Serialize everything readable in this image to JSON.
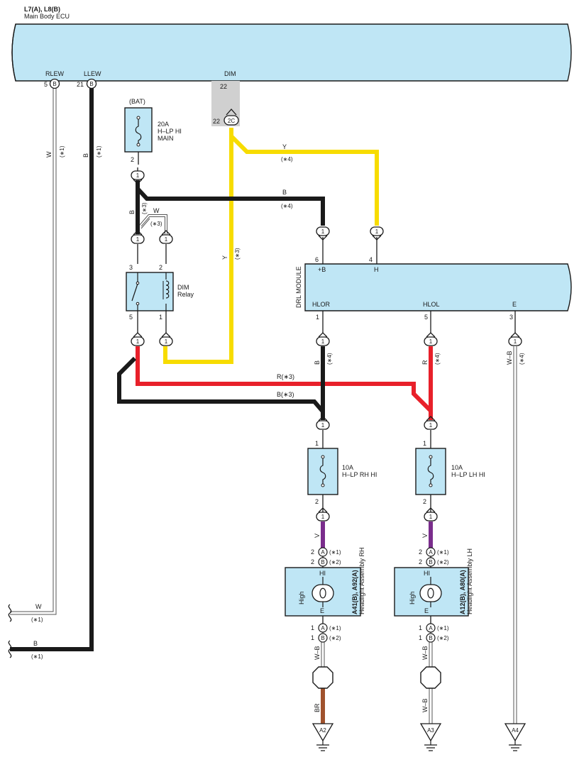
{
  "ecu": {
    "title": "L7(A), L8(B)",
    "subtitle": "Main Body ECU",
    "pins": [
      {
        "label": "RLEW",
        "num": "5",
        "letter": "B"
      },
      {
        "label": "LLEW",
        "num": "21",
        "letter": "B"
      },
      {
        "label": "DIM",
        "num": "22",
        "letter": "22",
        "conn": "2C"
      }
    ]
  },
  "fuse_main": {
    "src": "(BAT)",
    "amp": "20A",
    "name1": "H–LP HI",
    "name2": "MAIN",
    "pin": "2"
  },
  "dim_relay": {
    "name1": "DIM",
    "name2": "Relay",
    "pins": [
      "3",
      "2",
      "5",
      "1"
    ]
  },
  "drl": {
    "title": "DRL MODULE",
    "pins": {
      "b": "+B",
      "h": "H",
      "hlor": "HLOR",
      "hlol": "HLOL",
      "e": "E"
    },
    "nums": {
      "b": "6",
      "h": "4",
      "hlor": "1",
      "hlol": "5",
      "e": "3"
    }
  },
  "fuse_rh": {
    "amp": "10A",
    "name": "H–LP RH HI",
    "pin_in": "1",
    "pin_out": "2"
  },
  "fuse_lh": {
    "amp": "10A",
    "name": "H–LP LH HI",
    "pin_in": "1",
    "pin_out": "2"
  },
  "lamp_rh": {
    "title": "A41(B), A92(A)",
    "name": "Headlight Assembly RH",
    "hi": "HI",
    "e": "E",
    "high": "High"
  },
  "lamp_lh": {
    "title": "A12(B), A80(A)",
    "name": "Headlight Assembly LH",
    "hi": "HI",
    "e": "E",
    "high": "High"
  },
  "wires": {
    "y": "Y",
    "b": "B",
    "w": "W",
    "r": "R",
    "v": "V",
    "br": "BR",
    "wb": "W–B",
    "r3": "R(∗3)",
    "b3": "B(∗3)"
  },
  "notes": {
    "n1": "(∗1)",
    "n2": "(∗2)",
    "n3": "(∗3)",
    "n4": "(∗4)"
  },
  "conn": {
    "one": "1",
    "a": "A",
    "b": "B",
    "num1": "1",
    "num2": "2"
  },
  "grounds": {
    "a2": "A2",
    "a3": "A3",
    "a4": "A4"
  },
  "colors": {
    "fill": "#bfe6f5",
    "yellow": "#f7dc00",
    "red": "#e8202a",
    "black": "#1a1a1a",
    "violet": "#7a2d8c",
    "brown": "#a0522d",
    "gray_band": "#d0d0d0"
  }
}
